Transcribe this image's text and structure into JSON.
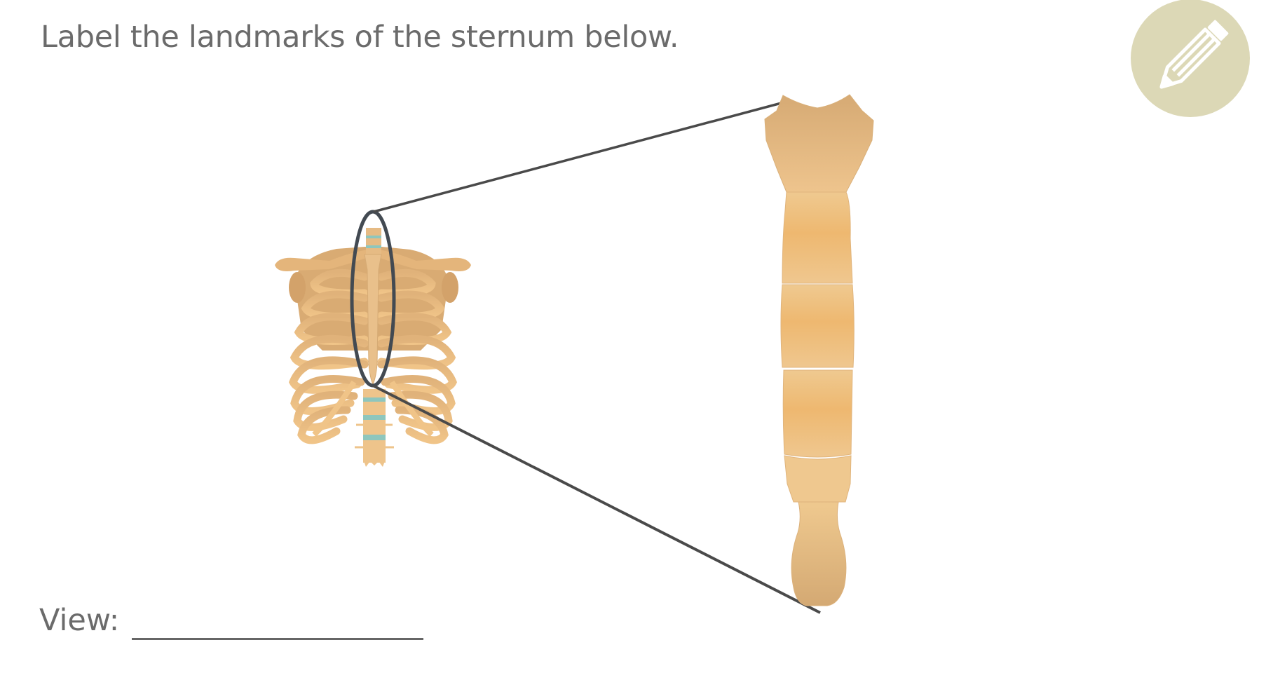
{
  "question": {
    "prompt": "Label the landmarks of the sternum below."
  },
  "toolbar": {
    "edit_icon": "pencil-icon",
    "edit_button_color": "#dcd8b6"
  },
  "figure": {
    "subject": "sternum",
    "overview": "anterior rib cage with sternum circled",
    "detail": "enlarged sternum: manubrium, body (4 segments), xiphoid process",
    "colors": {
      "bone": "#edc388",
      "bone_dark": "#d4a973",
      "cartilage": "#8ec6bd",
      "leader_line": "#4a4a4a"
    }
  },
  "answer": {
    "view_label": "View:",
    "view_value": "",
    "view_placeholder": ""
  }
}
